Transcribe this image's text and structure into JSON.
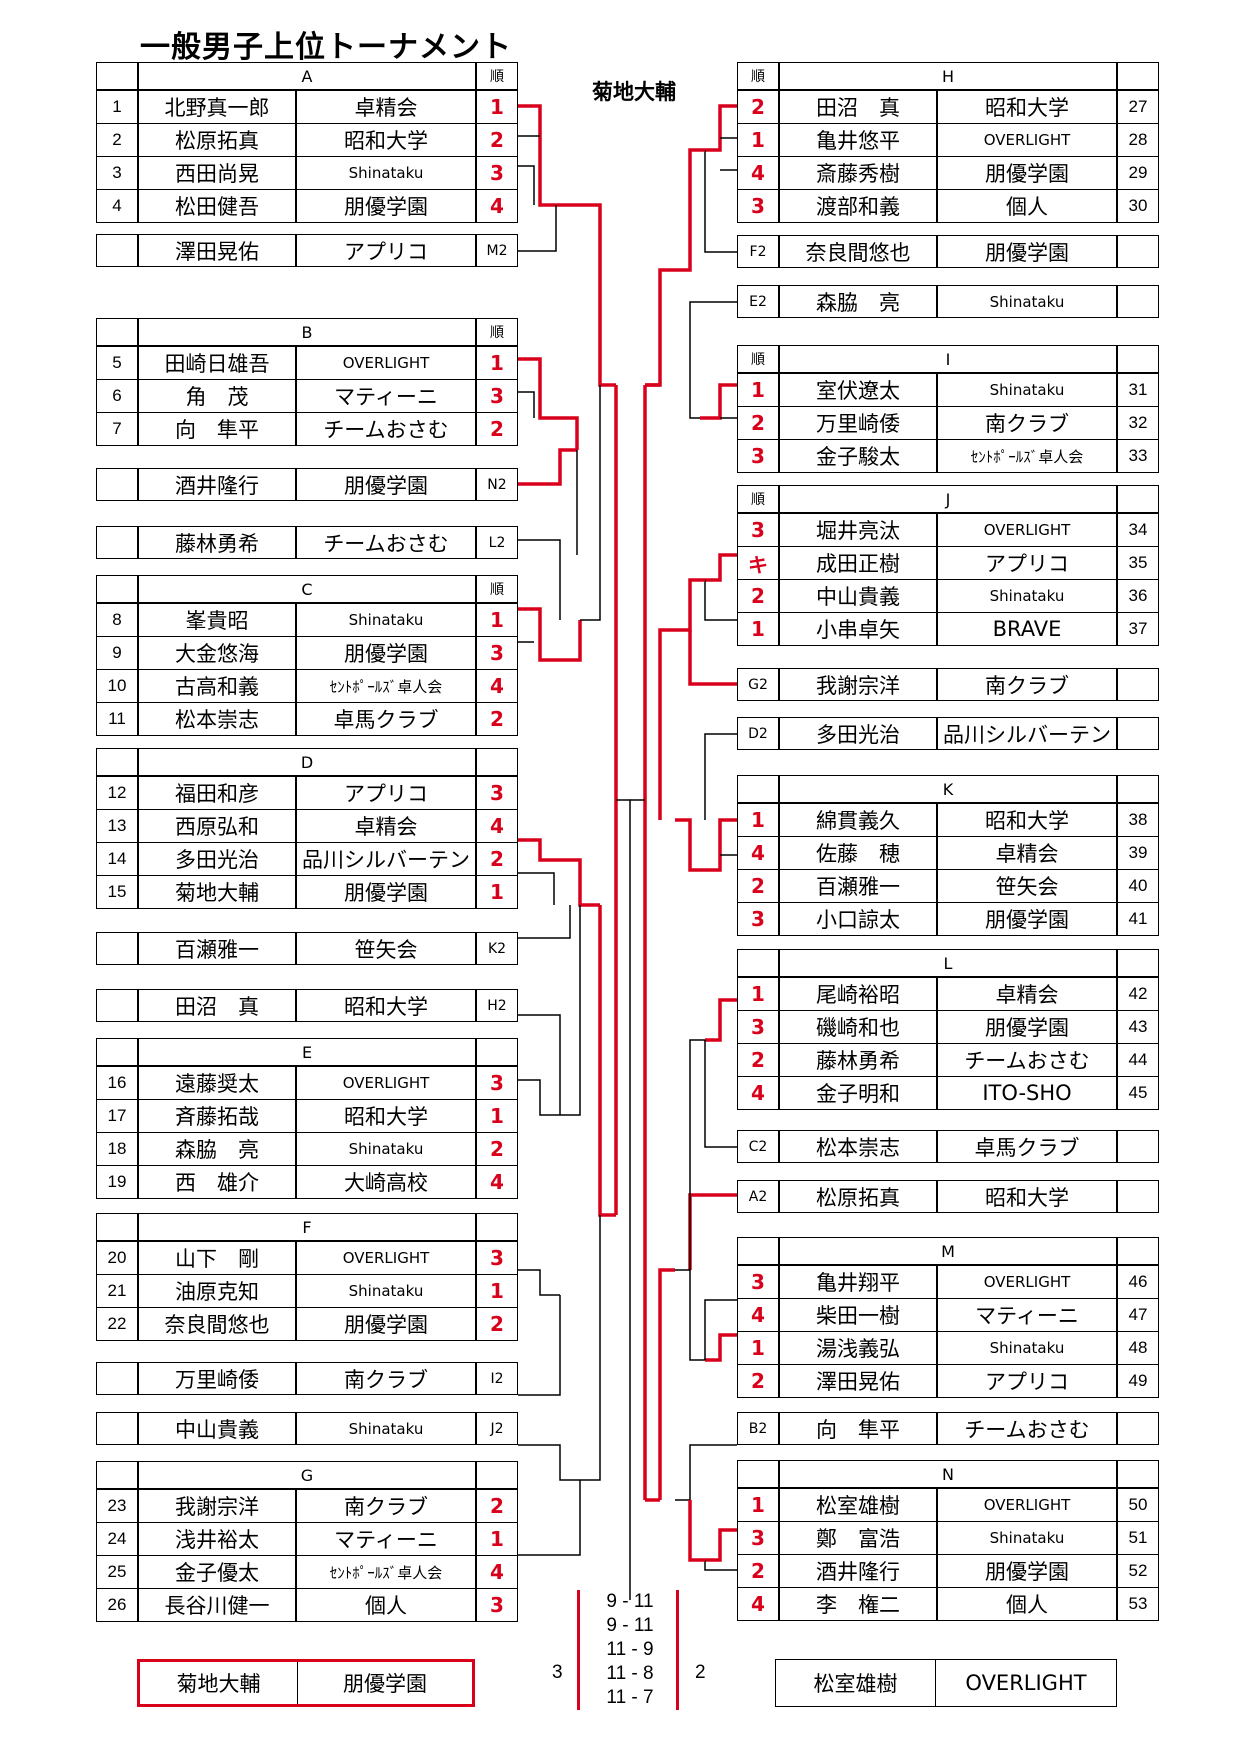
{
  "title": "一般男子上位トーナメント",
  "champion_label": "菊地大輔",
  "colors": {
    "red": "#d9001b",
    "black": "#000000"
  },
  "final": {
    "winner": {
      "name": "菊地大輔",
      "club": "朋優学園"
    },
    "runner_up": {
      "name": "松室雄樹",
      "club": "OVERLIGHT"
    },
    "games": [
      "9 - 11",
      "9 - 11",
      "11 - 9",
      "11 - 8",
      "11 - 7"
    ],
    "winner_games": "3",
    "runner_up_games": "2"
  },
  "left": {
    "groupA": {
      "label": "A",
      "rank_header": "順",
      "players": [
        {
          "no": "1",
          "name": "北野真一郎",
          "club": "卓精会",
          "rank": "1"
        },
        {
          "no": "2",
          "name": "松原拓真",
          "club": "昭和大学",
          "rank": "2"
        },
        {
          "no": "3",
          "name": "西田尚晃",
          "club": "Shinataku",
          "rank": "3"
        },
        {
          "no": "4",
          "name": "松田健吾",
          "club": "朋優学園",
          "rank": "4"
        }
      ]
    },
    "seedM2": {
      "name": "澤田晃佑",
      "club": "アプリコ",
      "tag": "M2"
    },
    "groupB": {
      "label": "B",
      "rank_header": "順",
      "players": [
        {
          "no": "5",
          "name": "田崎日雄吾",
          "club": "OVERLIGHT",
          "rank": "1"
        },
        {
          "no": "6",
          "name": "角　茂",
          "club": "マティーニ",
          "rank": "3"
        },
        {
          "no": "7",
          "name": "向　隼平",
          "club": "チームおさむ",
          "rank": "2"
        }
      ]
    },
    "seedN2": {
      "name": "酒井隆行",
      "club": "朋優学園",
      "tag": "N2"
    },
    "seedL2": {
      "name": "藤林勇希",
      "club": "チームおさむ",
      "tag": "L2"
    },
    "groupC": {
      "label": "C",
      "rank_header": "順",
      "players": [
        {
          "no": "8",
          "name": "峯貴昭",
          "club": "Shinataku",
          "rank": "1"
        },
        {
          "no": "9",
          "name": "大金悠海",
          "club": "朋優学園",
          "rank": "3"
        },
        {
          "no": "10",
          "name": "古高和義",
          "club": "ｾﾝﾄﾎﾟｰﾙｽﾞ卓人会",
          "rank": "4"
        },
        {
          "no": "11",
          "name": "松本崇志",
          "club": "卓馬クラブ",
          "rank": "2"
        }
      ]
    },
    "groupD": {
      "label": "D",
      "rank_header": "",
      "players": [
        {
          "no": "12",
          "name": "福田和彦",
          "club": "アプリコ",
          "rank": "3"
        },
        {
          "no": "13",
          "name": "西原弘和",
          "club": "卓精会",
          "rank": "4"
        },
        {
          "no": "14",
          "name": "多田光治",
          "club": "品川シルバーテン",
          "rank": "2"
        },
        {
          "no": "15",
          "name": "菊地大輔",
          "club": "朋優学園",
          "rank": "1"
        }
      ]
    },
    "seedK2": {
      "name": "百瀬雅一",
      "club": "笹矢会",
      "tag": "K2"
    },
    "seedH2": {
      "name": "田沼　真",
      "club": "昭和大学",
      "tag": "H2"
    },
    "groupE": {
      "label": "E",
      "rank_header": "",
      "players": [
        {
          "no": "16",
          "name": "遠藤奨太",
          "club": "OVERLIGHT",
          "rank": "3"
        },
        {
          "no": "17",
          "name": "斉藤拓哉",
          "club": "昭和大学",
          "rank": "1"
        },
        {
          "no": "18",
          "name": "森脇　亮",
          "club": "Shinataku",
          "rank": "2"
        },
        {
          "no": "19",
          "name": "西　雄介",
          "club": "大崎高校",
          "rank": "4"
        }
      ]
    },
    "groupF": {
      "label": "F",
      "rank_header": "",
      "players": [
        {
          "no": "20",
          "name": "山下　剛",
          "club": "OVERLIGHT",
          "rank": "3"
        },
        {
          "no": "21",
          "name": "油原克知",
          "club": "Shinataku",
          "rank": "1"
        },
        {
          "no": "22",
          "name": "奈良間悠也",
          "club": "朋優学園",
          "rank": "2"
        }
      ]
    },
    "seedI2": {
      "name": "万里崎倭",
      "club": "南クラブ",
      "tag": "I2"
    },
    "seedJ2": {
      "name": "中山貴義",
      "club": "Shinataku",
      "tag": "J2"
    },
    "groupG": {
      "label": "G",
      "rank_header": "",
      "players": [
        {
          "no": "23",
          "name": "我謝宗洋",
          "club": "南クラブ",
          "rank": "2"
        },
        {
          "no": "24",
          "name": "浅井裕太",
          "club": "マティーニ",
          "rank": "1"
        },
        {
          "no": "25",
          "name": "金子優太",
          "club": "ｾﾝﾄﾎﾟｰﾙｽﾞ卓人会",
          "rank": "4"
        },
        {
          "no": "26",
          "name": "長谷川健一",
          "club": "個人",
          "rank": "3"
        }
      ]
    }
  },
  "right": {
    "groupH": {
      "label": "H",
      "rank_header": "順",
      "players": [
        {
          "no": "27",
          "name": "田沼　真",
          "club": "昭和大学",
          "rank": "2"
        },
        {
          "no": "28",
          "name": "亀井悠平",
          "club": "OVERLIGHT",
          "rank": "1"
        },
        {
          "no": "29",
          "name": "斎藤秀樹",
          "club": "朋優学園",
          "rank": "4"
        },
        {
          "no": "30",
          "name": "渡部和義",
          "club": "個人",
          "rank": "3"
        }
      ]
    },
    "seedF2": {
      "name": "奈良間悠也",
      "club": "朋優学園",
      "tag": "F2"
    },
    "seedE2": {
      "name": "森脇　亮",
      "club": "Shinataku",
      "tag": "E2"
    },
    "groupI": {
      "label": "I",
      "rank_header": "順",
      "players": [
        {
          "no": "31",
          "name": "室伏遼太",
          "club": "Shinataku",
          "rank": "1"
        },
        {
          "no": "32",
          "name": "万里崎倭",
          "club": "南クラブ",
          "rank": "2"
        },
        {
          "no": "33",
          "name": "金子駿太",
          "club": "ｾﾝﾄﾎﾟｰﾙｽﾞ卓人会",
          "rank": "3"
        }
      ]
    },
    "groupJ": {
      "label": "J",
      "rank_header": "順",
      "players": [
        {
          "no": "34",
          "name": "堀井亮汰",
          "club": "OVERLIGHT",
          "rank": "3"
        },
        {
          "no": "35",
          "name": "成田正樹",
          "club": "アプリコ",
          "rank": "キ"
        },
        {
          "no": "36",
          "name": "中山貴義",
          "club": "Shinataku",
          "rank": "2"
        },
        {
          "no": "37",
          "name": "小串卓矢",
          "club": "BRAVE",
          "rank": "1"
        }
      ]
    },
    "seedG2": {
      "name": "我謝宗洋",
      "club": "南クラブ",
      "tag": "G2"
    },
    "seedD2": {
      "name": "多田光治",
      "club": "品川シルバーテン",
      "tag": "D2"
    },
    "groupK": {
      "label": "K",
      "rank_header": "",
      "players": [
        {
          "no": "38",
          "name": "綿貫義久",
          "club": "昭和大学",
          "rank": "1"
        },
        {
          "no": "39",
          "name": "佐藤　穂",
          "club": "卓精会",
          "rank": "4"
        },
        {
          "no": "40",
          "name": "百瀬雅一",
          "club": "笹矢会",
          "rank": "2"
        },
        {
          "no": "41",
          "name": "小口諒太",
          "club": "朋優学園",
          "rank": "3"
        }
      ]
    },
    "groupL": {
      "label": "L",
      "rank_header": "",
      "players": [
        {
          "no": "42",
          "name": "尾崎裕昭",
          "club": "卓精会",
          "rank": "1"
        },
        {
          "no": "43",
          "name": "磯崎和也",
          "club": "朋優学園",
          "rank": "3"
        },
        {
          "no": "44",
          "name": "藤林勇希",
          "club": "チームおさむ",
          "rank": "2"
        },
        {
          "no": "45",
          "name": "金子明和",
          "club": "ITO-SHO",
          "rank": "4"
        }
      ]
    },
    "seedC2": {
      "name": "松本崇志",
      "club": "卓馬クラブ",
      "tag": "C2"
    },
    "seedA2": {
      "name": "松原拓真",
      "club": "昭和大学",
      "tag": "A2"
    },
    "groupM": {
      "label": "M",
      "rank_header": "",
      "players": [
        {
          "no": "46",
          "name": "亀井翔平",
          "club": "OVERLIGHT",
          "rank": "3"
        },
        {
          "no": "47",
          "name": "柴田一樹",
          "club": "マティーニ",
          "rank": "4"
        },
        {
          "no": "48",
          "name": "湯浅義弘",
          "club": "Shinataku",
          "rank": "1"
        },
        {
          "no": "49",
          "name": "澤田晃佑",
          "club": "アプリコ",
          "rank": "2"
        }
      ]
    },
    "seedB2": {
      "name": "向　隼平",
      "club": "チームおさむ",
      "tag": "B2"
    },
    "groupN": {
      "label": "N",
      "rank_header": "",
      "players": [
        {
          "no": "50",
          "name": "松室雄樹",
          "club": "OVERLIGHT",
          "rank": "1"
        },
        {
          "no": "51",
          "name": "鄭　富浩",
          "club": "Shinataku",
          "rank": "3"
        },
        {
          "no": "52",
          "name": "酒井隆行",
          "club": "朋優学園",
          "rank": "2"
        },
        {
          "no": "53",
          "name": "李　権二",
          "club": "個人",
          "rank": "4"
        }
      ]
    }
  }
}
